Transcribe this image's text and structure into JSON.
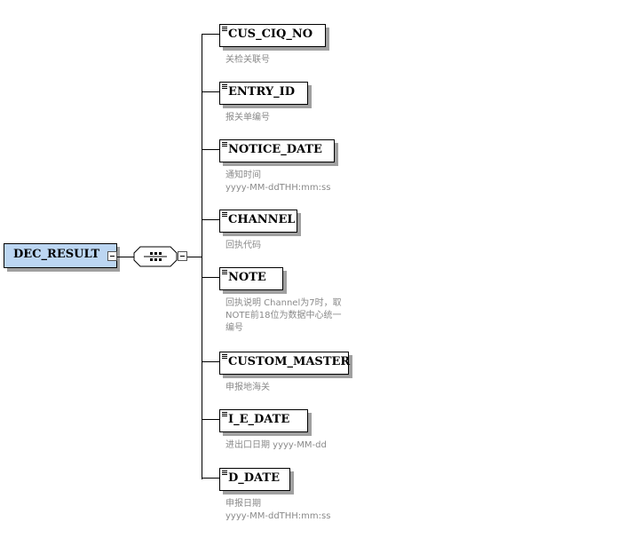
{
  "root": {
    "label": "DEC_RESULT"
  },
  "compositor": {
    "type": "sequence-icon"
  },
  "children": [
    {
      "name": "CUS_CIQ_NO",
      "desc": "关检关联号"
    },
    {
      "name": "ENTRY_ID",
      "desc": "报关单编号"
    },
    {
      "name": "NOTICE_DATE",
      "desc": "通知时间\nyyyy-MM-ddTHH:mm:ss"
    },
    {
      "name": "CHANNEL",
      "desc": "回执代码"
    },
    {
      "name": "NOTE",
      "desc": "回执说明  Channel为7时，取\nNOTE前18位为数据中心统一\n编号"
    },
    {
      "name": "CUSTOM_MASTER",
      "desc": "申报地海关"
    },
    {
      "name": "I_E_DATE",
      "desc": "进出口日期 yyyy-MM-dd"
    },
    {
      "name": "D_DATE",
      "desc": "申报日期\nyyyy-MM-ddTHH:mm:ss"
    }
  ]
}
